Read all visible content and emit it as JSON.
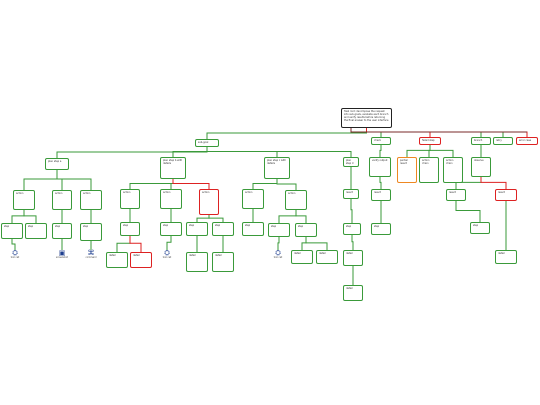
{
  "colors": {
    "ok": "#3a9a3a",
    "fail": "#dd2222",
    "warn": "#ee8822",
    "root": "#222222"
  },
  "root": {
    "label": "Task root: decompose the request into sub-goals, evaluate each branch and verify results before returning the final answer to the user interface"
  },
  "nodes": [
    {
      "id": "l1-a",
      "label": "sub-goal",
      "status": "ok"
    },
    {
      "id": "l1-b",
      "label": "check",
      "status": "ok"
    },
    {
      "id": "l1-c",
      "label": "failed step",
      "status": "fail"
    },
    {
      "id": "l1-d",
      "label": "branch",
      "status": "ok"
    },
    {
      "id": "l1-e",
      "label": "retry",
      "status": "ok"
    },
    {
      "id": "l1-f",
      "label": "error case",
      "status": "fail"
    },
    {
      "id": "l2-1",
      "label": "plan step a",
      "status": "ok"
    },
    {
      "id": "l2-2",
      "label": "plan step b with details",
      "status": "ok"
    },
    {
      "id": "l2-3",
      "label": "plan step c with details",
      "status": "ok"
    },
    {
      "id": "l2-4",
      "label": "plan step d",
      "status": "ok"
    },
    {
      "id": "l2-5",
      "label": "verify output",
      "status": "ok"
    },
    {
      "id": "l2-6",
      "label": "partial result",
      "status": "warn"
    },
    {
      "id": "l2-7",
      "label": "action chain",
      "status": "ok"
    },
    {
      "id": "l2-8",
      "label": "action chain",
      "status": "ok"
    },
    {
      "id": "l2-9",
      "label": "observe",
      "status": "ok"
    },
    {
      "id": "l3-1",
      "label": "action",
      "status": "ok"
    },
    {
      "id": "l3-2",
      "label": "action",
      "status": "ok"
    },
    {
      "id": "l3-3",
      "label": "action",
      "status": "ok"
    },
    {
      "id": "l3-4",
      "label": "action",
      "status": "ok"
    },
    {
      "id": "l3-5",
      "label": "action",
      "status": "ok"
    },
    {
      "id": "l3-6",
      "label": "action",
      "status": "fail"
    },
    {
      "id": "l3-7",
      "label": "action",
      "status": "ok"
    },
    {
      "id": "l3-8",
      "label": "action",
      "status": "ok"
    },
    {
      "id": "l3-9",
      "label": "result",
      "status": "ok"
    },
    {
      "id": "l3-10",
      "label": "result",
      "status": "ok"
    },
    {
      "id": "l3-11",
      "label": "result",
      "status": "ok"
    },
    {
      "id": "l3-12",
      "label": "result",
      "status": "fail"
    },
    {
      "id": "l4-1",
      "label": "step",
      "status": "ok"
    },
    {
      "id": "l4-2",
      "label": "step",
      "status": "ok"
    },
    {
      "id": "l4-3",
      "label": "step",
      "status": "ok"
    },
    {
      "id": "l4-4",
      "label": "step",
      "status": "ok"
    },
    {
      "id": "l4-5",
      "label": "step",
      "status": "ok"
    },
    {
      "id": "l4-6",
      "label": "step",
      "status": "ok"
    },
    {
      "id": "l4-7",
      "label": "step",
      "status": "ok"
    },
    {
      "id": "l4-8",
      "label": "step",
      "status": "ok"
    },
    {
      "id": "l4-9",
      "label": "step",
      "status": "ok"
    },
    {
      "id": "l4-10",
      "label": "step",
      "status": "ok"
    },
    {
      "id": "l4-11",
      "label": "step",
      "status": "ok"
    },
    {
      "id": "l4-12",
      "label": "step",
      "status": "ok"
    },
    {
      "id": "l4-13",
      "label": "step",
      "status": "ok"
    },
    {
      "id": "l4-14",
      "label": "step",
      "status": "ok"
    },
    {
      "id": "l5-1",
      "label": "detail",
      "status": "ok"
    },
    {
      "id": "l5-2",
      "label": "detail",
      "status": "fail"
    },
    {
      "id": "l5-3",
      "label": "detail",
      "status": "ok"
    },
    {
      "id": "l5-4",
      "label": "detail",
      "status": "ok"
    },
    {
      "id": "l5-5",
      "label": "detail",
      "status": "ok"
    },
    {
      "id": "l5-6",
      "label": "detail",
      "status": "ok"
    },
    {
      "id": "l5-7",
      "label": "detail",
      "status": "ok"
    },
    {
      "id": "l5-8",
      "label": "detail",
      "status": "ok"
    },
    {
      "id": "l6-1",
      "label": "detail",
      "status": "ok"
    }
  ],
  "leaves": [
    {
      "id": "leaf-1",
      "glyph": "⛭",
      "caption": "tool call"
    },
    {
      "id": "leaf-2",
      "glyph": "▣",
      "caption": "screenshot"
    },
    {
      "id": "leaf-3",
      "glyph": "⌘",
      "caption": "command"
    },
    {
      "id": "leaf-4",
      "glyph": "⛭",
      "caption": "tool call"
    },
    {
      "id": "leaf-5",
      "glyph": "⛭",
      "caption": "tool call"
    }
  ]
}
